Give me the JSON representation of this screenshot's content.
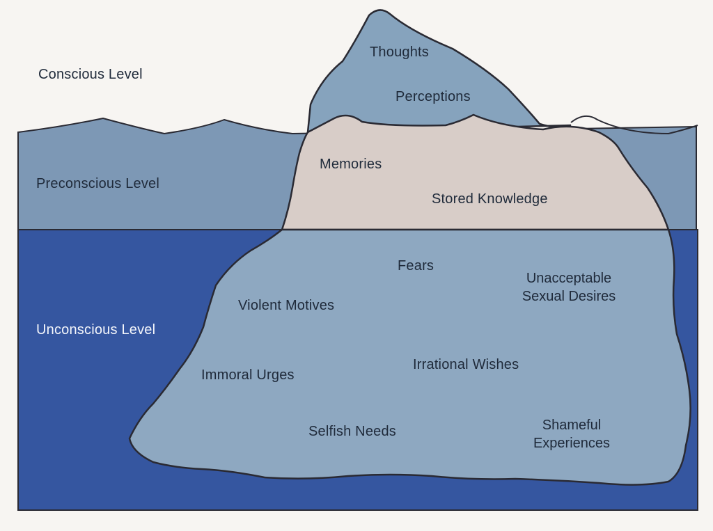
{
  "levels": {
    "conscious": "Conscious Level",
    "preconscious": "Preconscious Level",
    "unconscious": "Unconscious Level"
  },
  "conscious_items": {
    "thoughts": "Thoughts",
    "perceptions": "Perceptions"
  },
  "preconscious_items": {
    "memories": "Memories",
    "stored_knowledge": "Stored Knowledge"
  },
  "unconscious_items": {
    "fears": "Fears",
    "unacceptable_sexual_desires": [
      "Unacceptable",
      "Sexual Desires"
    ],
    "violent_motives": "Violent Motives",
    "irrational_wishes": "Irrational Wishes",
    "immoral_urges": "Immoral Urges",
    "selfish_needs": "Selfish Needs",
    "shameful_experiences": [
      "Shameful",
      "Experiences"
    ]
  },
  "colors": {
    "background": "#f7f5f2",
    "preconscious_water": "#7d98b5",
    "unconscious_water": "#3556a0",
    "iceberg_top": "#86a3bd",
    "iceberg_middle": "#d8cdc8",
    "iceberg_bottom": "#8ea8c1",
    "outline": "#2a2a33"
  }
}
